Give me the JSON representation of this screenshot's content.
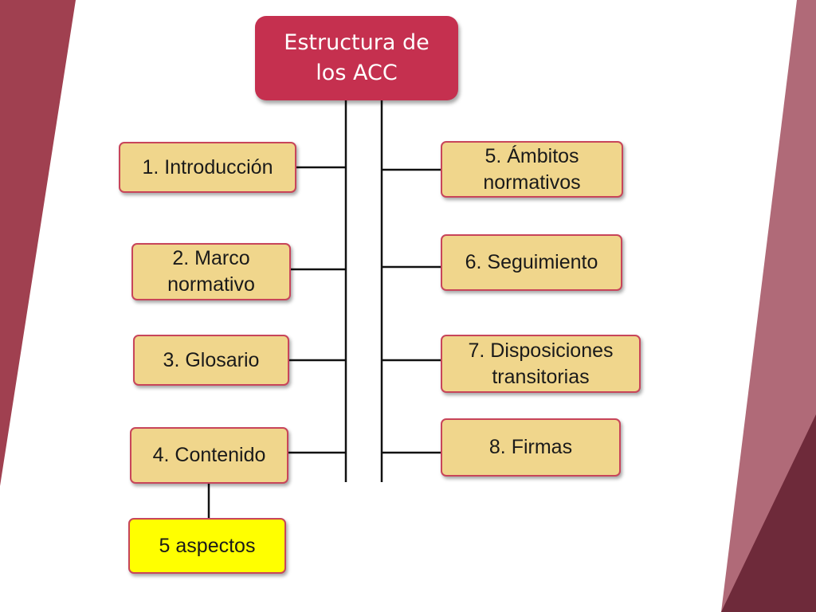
{
  "title": "Estructura de\nlos ACC",
  "nodes": {
    "n1": "1. Introducción",
    "n2": "2. Marco\nnormativo",
    "n3": "3. Glosario",
    "n4": "4. Contenido",
    "n4a": "5 aspectos",
    "n5": "5. Ámbitos\nnormativos",
    "n6": "6. Seguimiento",
    "n7": "7. Disposiciones\ntransitorias",
    "n8": "8. Firmas"
  },
  "colors": {
    "title_box": "#c5304f",
    "node_fill": "#f0d68c",
    "node_border": "#c8455a",
    "highlight_fill": "#ffff00",
    "decor_dark": "#a04050",
    "decor_light": "#b06a78",
    "decor_deep": "#6e2a3a"
  }
}
